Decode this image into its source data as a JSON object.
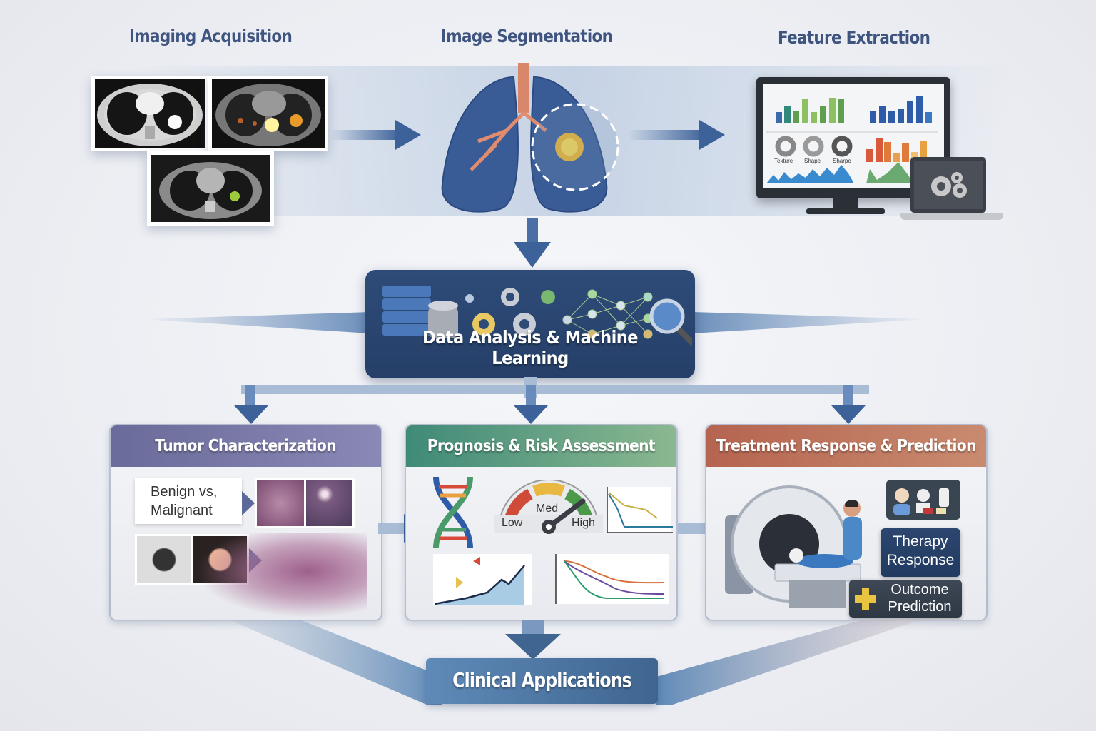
{
  "stages": {
    "imaging_acquisition": "Imaging Acquisition",
    "image_segmentation": "Image Segmentation",
    "feature_extraction": "Feature Extraction"
  },
  "feature_monitor": {
    "donut_labels": [
      "Texture",
      "Shape",
      "Sharpe"
    ]
  },
  "ml": {
    "label": "Data Analysis & Machine Learning"
  },
  "panels": {
    "tumor": {
      "title": "Tumor Characterization",
      "label_line1": "Benign vs,",
      "label_line2": "Malignant"
    },
    "prognosis": {
      "title": "Prognosis & Risk Assessment",
      "gauge": {
        "low": "Low",
        "med": "Med",
        "high": "High",
        "level": "high"
      }
    },
    "treatment": {
      "title": "Treatment Response & Prediction",
      "therapy_line1": "Therapy",
      "therapy_line2": "Response",
      "outcome_line1": "Outcome",
      "outcome_line2": "Prediction"
    }
  },
  "clinical": {
    "label": "Clinical Applications"
  },
  "colors": {
    "title_blue": "#3f5580",
    "ml_navy": "#2e4b78",
    "tumor_purple": "#7a7aa8",
    "prognosis_green": "#5fa085",
    "treatment_rust": "#bd6f58",
    "arrow_blue": "#3d6299"
  }
}
